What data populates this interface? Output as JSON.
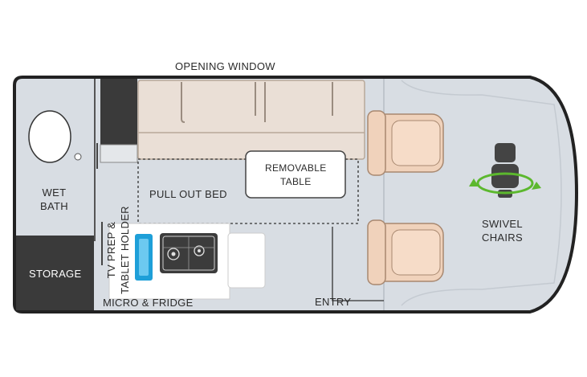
{
  "labels": {
    "opening_window": "OPENING WINDOW",
    "wet_bath": [
      "WET",
      "BATH"
    ],
    "storage": "STORAGE",
    "pull_out_bed": "PULL OUT BED",
    "removable_table": [
      "REMOVABLE",
      "TABLE"
    ],
    "tv_prep": [
      "TV PREP &",
      "TABLET HOLDER"
    ],
    "micro_fridge": "MICRO & FRIDGE",
    "entry": "ENTRY",
    "swivel_chairs": [
      "SWIVEL",
      "CHAIRS"
    ]
  },
  "colors": {
    "floor": "#d8dde3",
    "outline": "#222222",
    "bed": "#eadfd6",
    "seat": "#f0d2bb",
    "storage": "#3a3a3a",
    "accent_blue": "#1e9fd8",
    "swivel_green": "#5cb82e"
  }
}
